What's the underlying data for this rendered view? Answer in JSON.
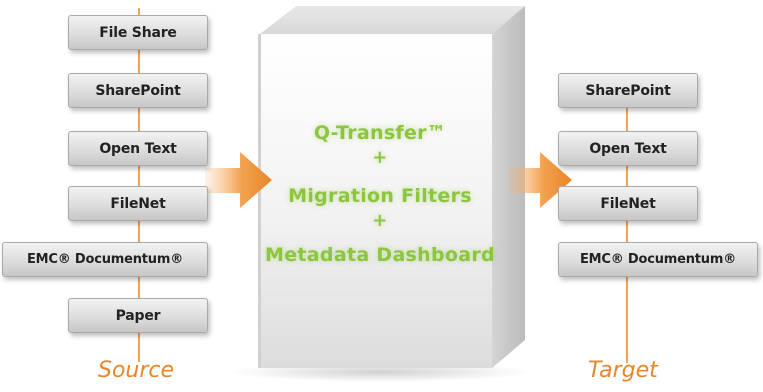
{
  "source": {
    "caption": "Source",
    "items": [
      "File Share",
      "SharePoint",
      "Open Text",
      "FileNet",
      "EMC® Documentum®",
      "Paper"
    ]
  },
  "target": {
    "caption": "Target",
    "items": [
      "SharePoint",
      "Open Text",
      "FileNet",
      "EMC® Documentum®"
    ]
  },
  "center": {
    "line1": "Q-Transfer™",
    "plus1": "+",
    "line2": "Migration Filters",
    "plus2": "+",
    "line3": "Metadata Dashboard"
  },
  "colors": {
    "accent_orange": "#e8862a",
    "text_green": "#8cc63f"
  }
}
